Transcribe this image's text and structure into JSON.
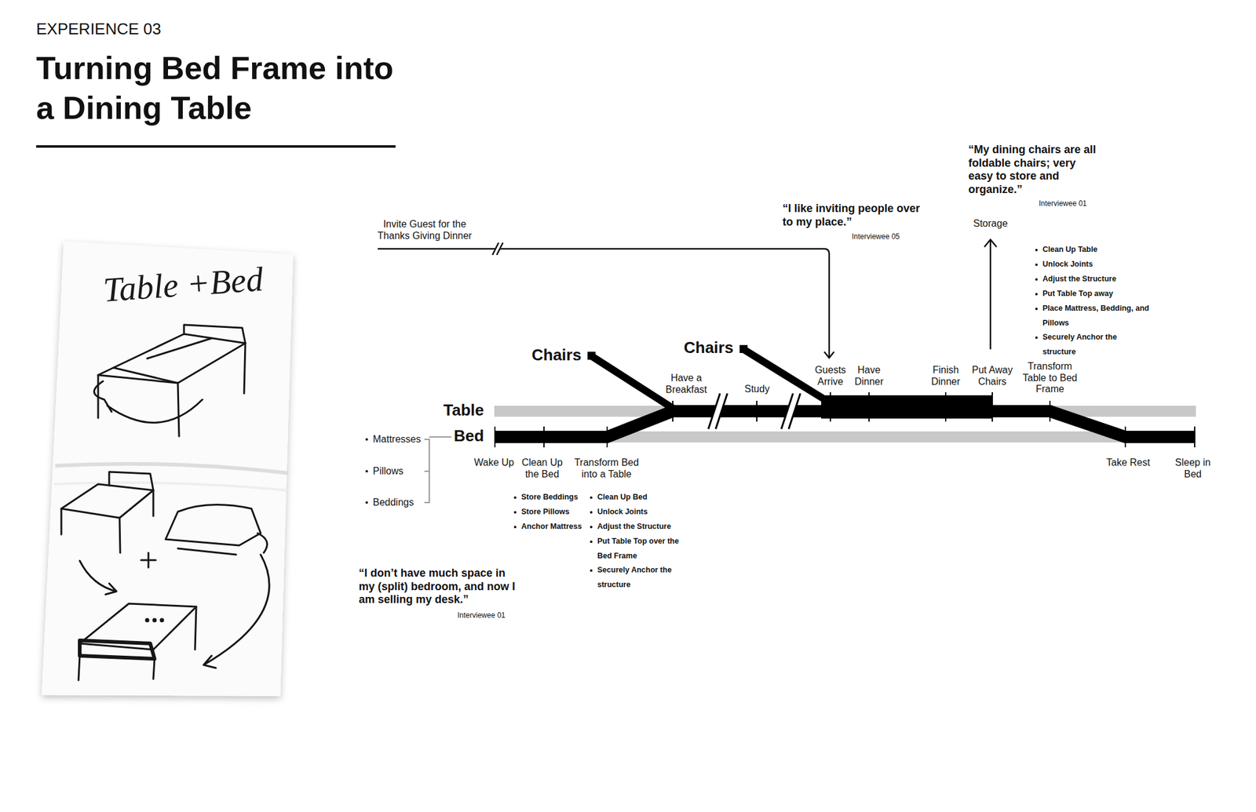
{
  "diagram": {
    "title": "Turning Bed Frame into a Dining Table",
    "labels": [
      "EXPERIENCE 03",
      "Table +Bed",
      "“My dining chairs are all foldable chairs; very easy to store and organize.”",
      "Interviewee 01",
      "“I like inviting people over to my place.”",
      "Interviewee 05",
      "Invite Guest for the Thanks Giving Dinner",
      "Storage",
      "Clean Up Table",
      "Unlock Joints",
      "Adjust the Structure",
      "Put Table Top away",
      "Place Mattress, Bedding, and Pillows",
      "Securely Anchor the structure",
      "Chairs",
      "Chairs",
      "Have a Breakfast",
      "Study",
      "Guests Arrive",
      "Have Dinner",
      "Finish Dinner",
      "Put Away Chairs",
      "Transform Table to Bed Frame",
      "Table",
      "Bed",
      "Mattresses",
      "Pillows",
      "Beddings",
      "Wake Up",
      "Clean Up the Bed",
      "Transform Bed into a Table",
      "Take Rest",
      "Sleep in Bed",
      "Store Beddings",
      "Store Pillows",
      "Anchor Mattress",
      "Clean Up Bed",
      "Unlock Joints",
      "Adjust the Structure",
      "Put Table Top over the Bed Frame",
      "Securely Anchor the structure",
      "“I don’t have much space in my (split) bedroom, and now I am selling my desk.”",
      "Interviewee 01"
    ]
  }
}
